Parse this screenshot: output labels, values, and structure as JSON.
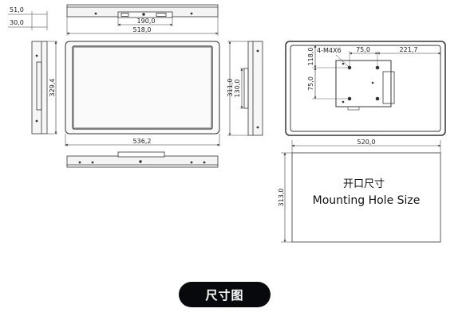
{
  "dimensions": {
    "thickness_total": "51,0",
    "thickness_front": "30,0",
    "port_spacing": "190,0",
    "top_width": "518,0",
    "front_height": "329,4",
    "front_width": "536,2",
    "side_height": "311,0",
    "bracket_height": "130,0",
    "hole_spec": "4-M4X6",
    "vesa_h": "75,0",
    "hole_offset_x": "221,7",
    "hole_offset_y": "118,0",
    "vesa_v": "75,0",
    "cutout_width": "520,0",
    "cutout_height": "313,0"
  },
  "cutout": {
    "label_cn": "开口尺寸",
    "label_en": "Mounting Hole Size"
  },
  "footer": {
    "title": "尺寸图"
  }
}
